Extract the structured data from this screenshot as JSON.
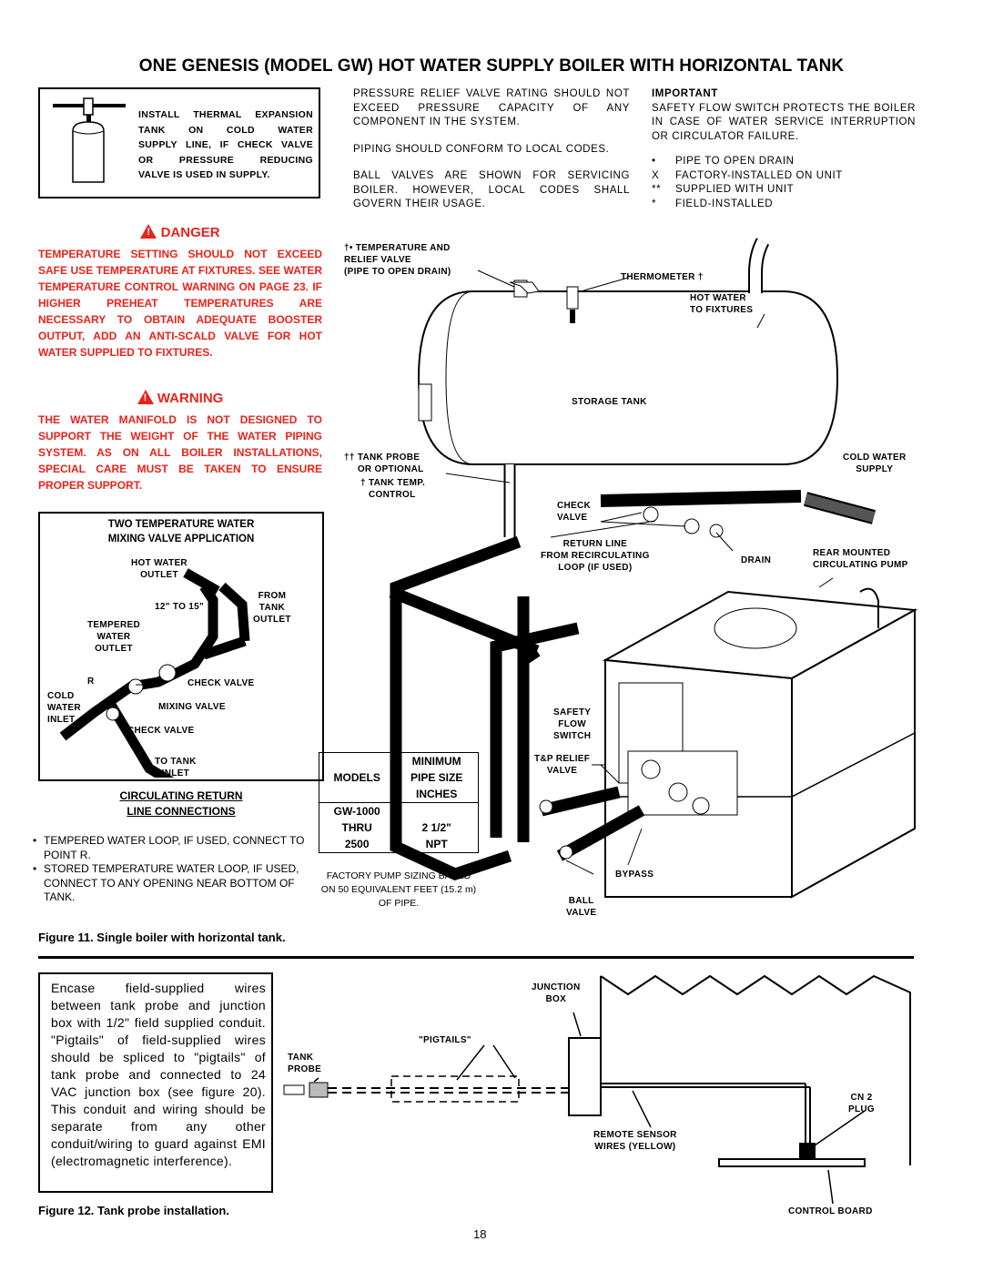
{
  "title": "ONE GENESIS (MODEL GW) HOT WATER SUPPLY BOILER WITH HORIZONTAL TANK",
  "expansion_note": [
    "INSTALL THERMAL EXPANSION",
    "TANK ON COLD WATER",
    "SUPPLY LINE, IF CHECK VALVE",
    "OR PRESSURE REDUCING",
    "VALVE IS USED IN SUPPLY."
  ],
  "danger": {
    "heading": "DANGER",
    "text": "TEMPERATURE SETTING SHOULD NOT EXCEED SAFE USE TEMPERATURE AT FIXTURES. SEE WATER TEMPERATURE CONTROL WARNING ON PAGE 23. IF HIGHER PREHEAT TEMPERATURES ARE NECESSARY TO OBTAIN ADEQUATE BOOSTER OUTPUT, ADD AN ANTI-SCALD VALVE FOR HOT WATER SUPPLIED TO FIXTURES."
  },
  "warning": {
    "heading": "WARNING",
    "text": "THE WATER MANIFOLD IS NOT DESIGNED TO SUPPORT THE WEIGHT OF THE WATER PIPING SYSTEM. AS ON ALL BOILER INSTALLATIONS, SPECIAL CARE MUST BE TAKEN TO ENSURE PROPER SUPPORT."
  },
  "notes_col2": [
    "PRESSURE RELIEF VALVE RATING SHOULD NOT EXCEED PRESSURE CAPACITY OF ANY COMPONENT IN THE SYSTEM.",
    "PIPING SHOULD CONFORM TO LOCAL CODES.",
    "BALL VALVES ARE SHOWN FOR SERVICING BOILER. HOWEVER, LOCAL CODES SHALL GOVERN THEIR USAGE."
  ],
  "important": {
    "heading": "IMPORTANT",
    "text": "SAFETY FLOW SWITCH PROTECTS THE BOILER IN CASE OF WATER SERVICE INTERRUPTION OR CIRCULATOR FAILURE."
  },
  "legend": [
    {
      "symbol": "•",
      "text": "PIPE TO OPEN DRAIN"
    },
    {
      "symbol": "X",
      "text": "FACTORY-INSTALLED ON UNIT"
    },
    {
      "symbol": "**",
      "text": "SUPPLIED WITH UNIT"
    },
    {
      "symbol": "*",
      "text": "FIELD-INSTALLED"
    }
  ],
  "mixing": {
    "title_1": "TWO TEMPERATURE WATER",
    "title_2": "MIXING VALVE APPLICATION",
    "labels": {
      "hot_water_outlet": "HOT WATER\nOUTLET",
      "from_tank_outlet": "FROM\nTANK\nOUTLET",
      "dim": "12\" TO 15\"",
      "tempered": "TEMPERED\nWATER\nOUTLET",
      "r": "R",
      "check_valve_1": "CHECK VALVE",
      "cold_water_inlet": "COLD\nWATER\nINLET",
      "mixing_valve": "MIXING VALVE",
      "check_valve_2": "CHECK VALVE",
      "to_tank_inlet": "TO TANK\nINLET"
    }
  },
  "circ": {
    "title_1": "CIRCULATING RETURN",
    "title_2": "LINE CONNECTIONS",
    "bullets": [
      "TEMPERED WATER LOOP, IF USED, CONNECT TO POINT R.",
      "STORED TEMPERATURE WATER LOOP, IF USED, CONNECT TO ANY OPENING NEAR BOTTOM OF TANK."
    ]
  },
  "pipe_table": {
    "h_models": "MODELS",
    "h_min": "MINIMUM",
    "h_pipe": "PIPE SIZE",
    "h_inches": "INCHES",
    "r1": "GW-1000",
    "r2a": "THRU",
    "r2b": "2 1/2\"",
    "r3a": "2500",
    "r3b": "NPT",
    "note": "FACTORY PUMP SIZING BASED ON 50 EQUIVALENT FEET (15.2 m) OF PIPE."
  },
  "main_labels": {
    "tp_relief": "TEMPERATURE AND\nRELIEF VALVE\n(PIPE TO OPEN DRAIN)",
    "tp_mark": "†•",
    "thermometer": "THERMOMETER †",
    "hot_water_fixtures": "HOT WATER\nTO FIXTURES",
    "storage_tank": "STORAGE TANK",
    "tank_probe": "TANK PROBE\nOR OPTIONAL",
    "tank_probe_mark": "††",
    "tank_temp": "TANK TEMP.\nCONTROL",
    "tank_temp_mark": "†",
    "cold_water_supply": "COLD WATER\nSUPPLY",
    "check_valve": "CHECK\nVALVE",
    "return_line": "RETURN LINE\nFROM RECIRCULATING\nLOOP (IF USED)",
    "drain": "DRAIN",
    "rear_pump": "REAR MOUNTED\nCIRCULATING PUMP",
    "safety_flow": "SAFETY\nFLOW\nSWITCH",
    "tp_relief_valve": "T&P RELIEF\nVALVE",
    "bypass": "BYPASS",
    "ball_valve": "BALL\nVALVE"
  },
  "fig11": "Figure 11. Single boiler with horizontal tank.",
  "probe_note": "Encase field-supplied wires between tank probe and junction box with 1/2\" field supplied conduit. \"Pigtails\" of field-supplied wires should be spliced to \"pigtails\" of tank probe and connected to 24 VAC junction box (see figure 20). This conduit and wiring should be separate from any other conduit/wiring to guard against EMI (electromagnetic interference).",
  "probe_labels": {
    "junction_box": "JUNCTION\nBOX",
    "pigtails": "\"PIGTAILS\"",
    "tank_probe": "TANK\nPROBE",
    "cn2": "CN 2\nPLUG",
    "remote_sensor": "REMOTE SENSOR\nWIRES (YELLOW)",
    "control_board": "CONTROL BOARD"
  },
  "fig12": "Figure 12. Tank probe installation.",
  "page_number": "18",
  "colors": {
    "danger_red": "#e8231b"
  }
}
